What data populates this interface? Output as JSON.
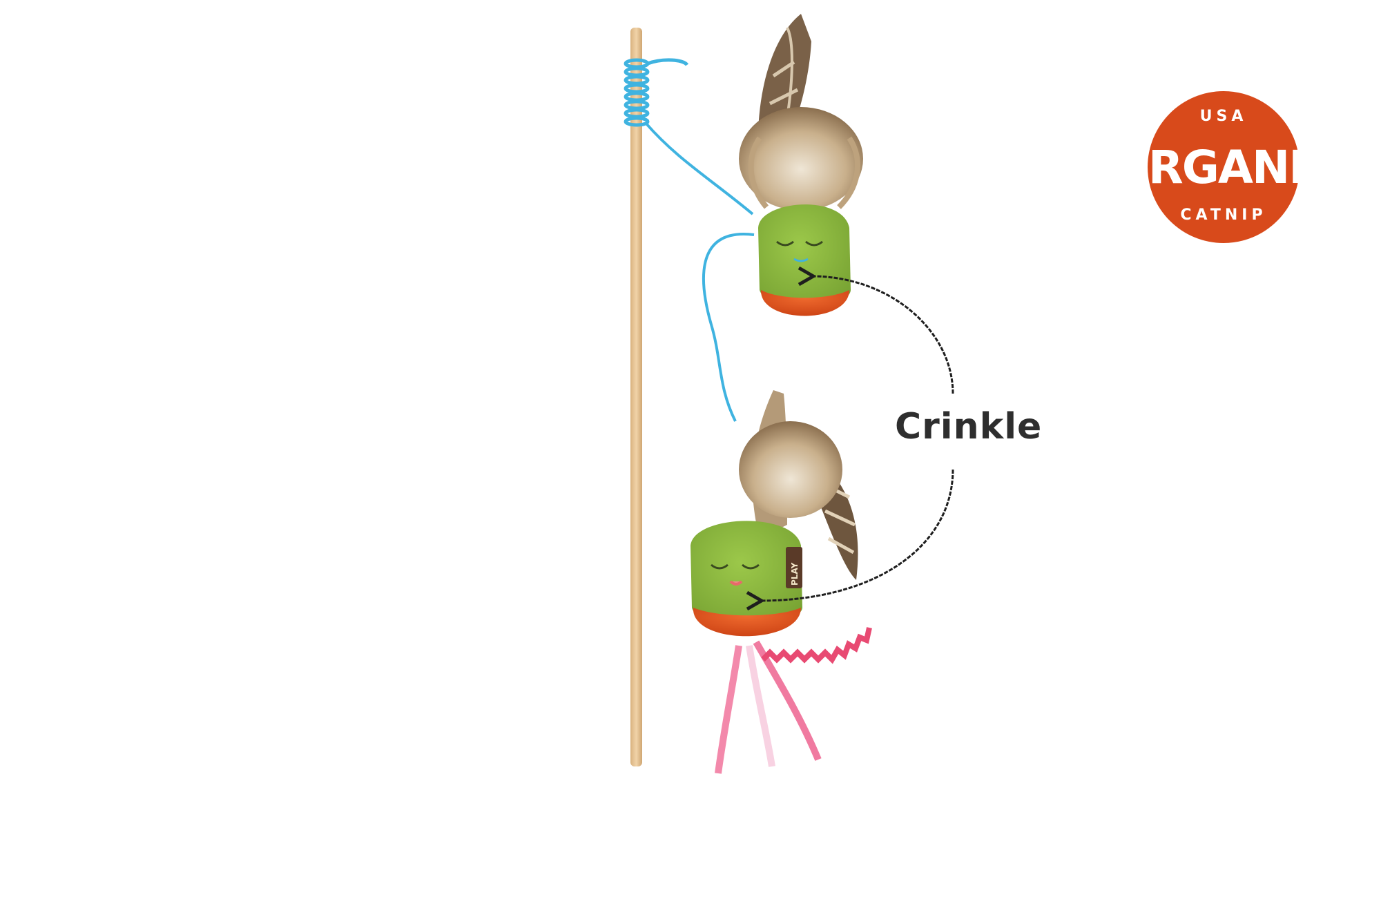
{
  "callout": {
    "label": "Crinkle"
  },
  "badge": {
    "top": "USA",
    "main": "ORGANIC",
    "bottom": "CATNIP"
  },
  "product_tag": {
    "brand": "PLAY"
  },
  "colors": {
    "background": "#ffffff",
    "badge": "#d84a1b",
    "stick": "#e6c396",
    "cord": "#3fb3e0",
    "plush_green": "#8db840",
    "plush_base": "#e2531f",
    "ribbon_pink": "#f06a94",
    "arrow": "#1e1e1e"
  }
}
